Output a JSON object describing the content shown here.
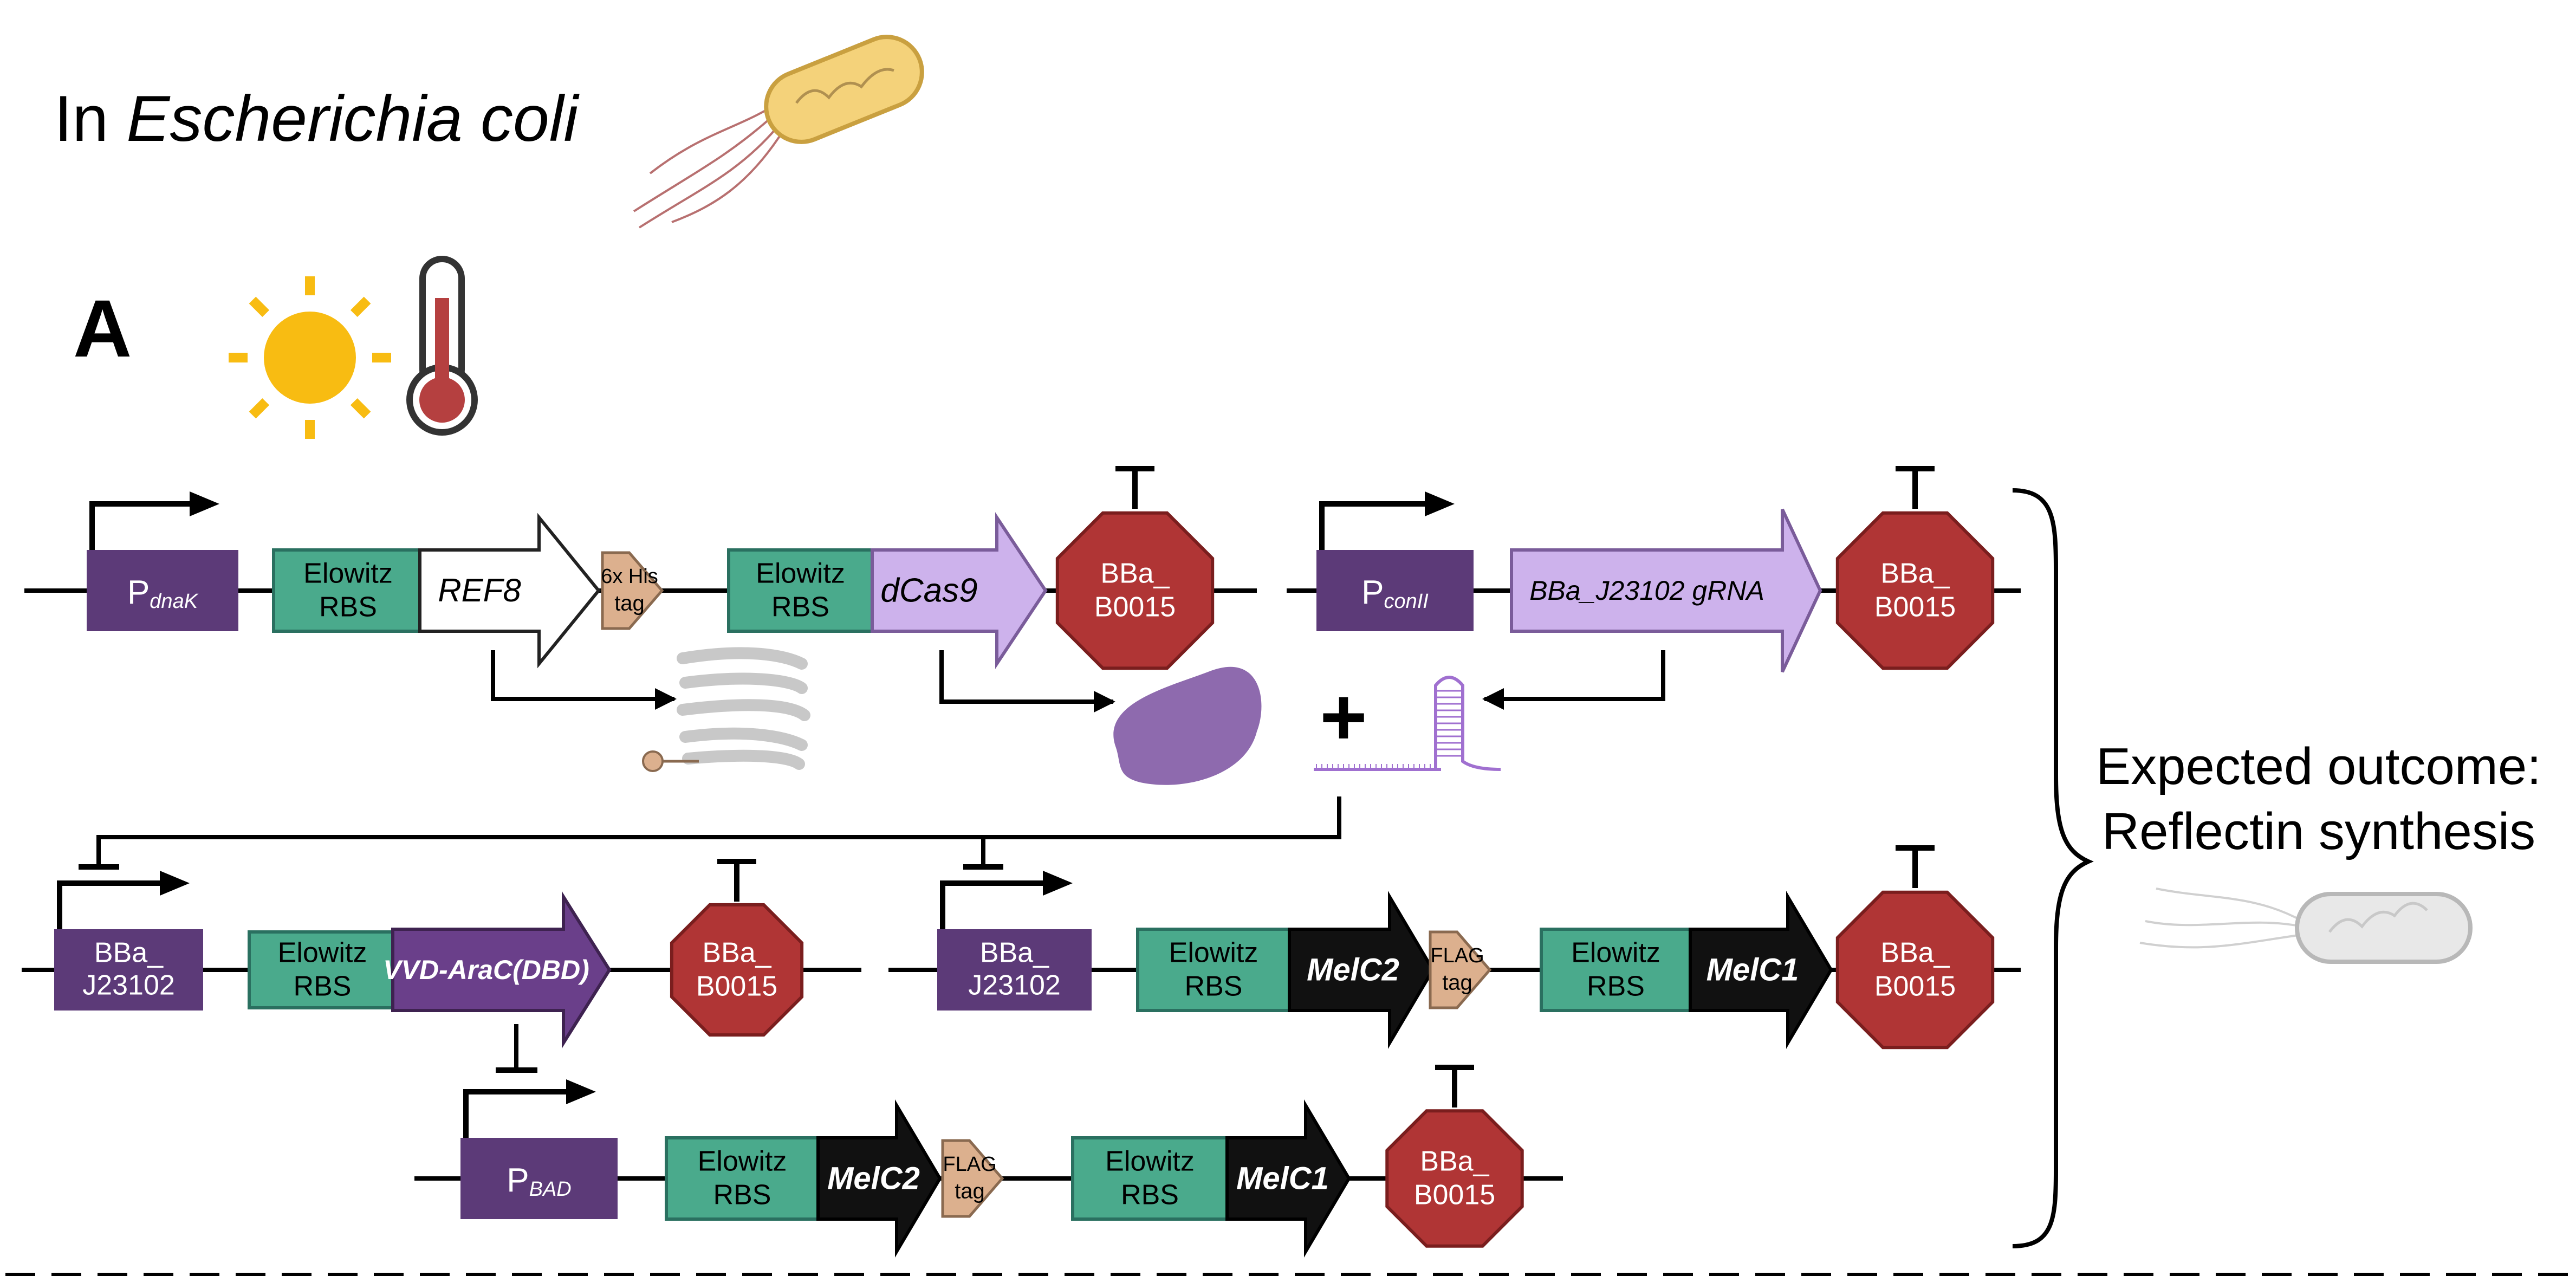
{
  "title": {
    "prefix": "In ",
    "organism": "Escherichia coli"
  },
  "panel_label": "A",
  "outcome": {
    "line1": "Expected outcome:",
    "line2": "Reflectin synthesis"
  },
  "labels": {
    "p_dnak_main": "P",
    "p_dnak_sub": "dnaK",
    "p_conii_main": "P",
    "p_conii_sub": "conII",
    "p_bad_main": "P",
    "p_bad_sub": "BAD",
    "rbs1": "Elowitz",
    "rbs2": "RBS",
    "ref8": "REF8",
    "his1": "6x His",
    "his2": "tag",
    "dcas9": "dCas9",
    "term1": "BBa_",
    "term2": "B0015",
    "grna": "BBa_J23102 gRNA",
    "j1": "BBa_",
    "j2": "J23102",
    "vvd": "VVD-AraC(DBD)",
    "melc2": "MelC2",
    "melc1": "MelC1",
    "flag1": "FLAG",
    "flag2": "tag",
    "plus": "+"
  },
  "colors": {
    "promoter": "#5c3a78",
    "rbs": "#4aaa8c",
    "rbs_border": "#2a7060",
    "terminator": "#b03535",
    "terminator_border": "#7a1e1e",
    "dcas9": "#cdb2ec",
    "dcas9_border": "#7a5c9a",
    "tag": "#dcb08e",
    "tag_border": "#8a6a50",
    "cds_black": "#111111",
    "vvd": "#6a3f8a",
    "dcas9_protein": "#8e6aae",
    "sun": "#f8bc12",
    "thermo_bulb": "#b54040",
    "thermo_outline": "#333333",
    "bacterium_fill": "#f4d27a",
    "bacterium_outline": "#c9a040",
    "ghost": "#d0d0d0"
  },
  "icons": [
    "sun-icon",
    "thermometer-icon",
    "bacterium-icon",
    "ghost-bacterium-icon",
    "dcas9-protein-icon",
    "grna-icon",
    "reflectin-protein-icon"
  ]
}
